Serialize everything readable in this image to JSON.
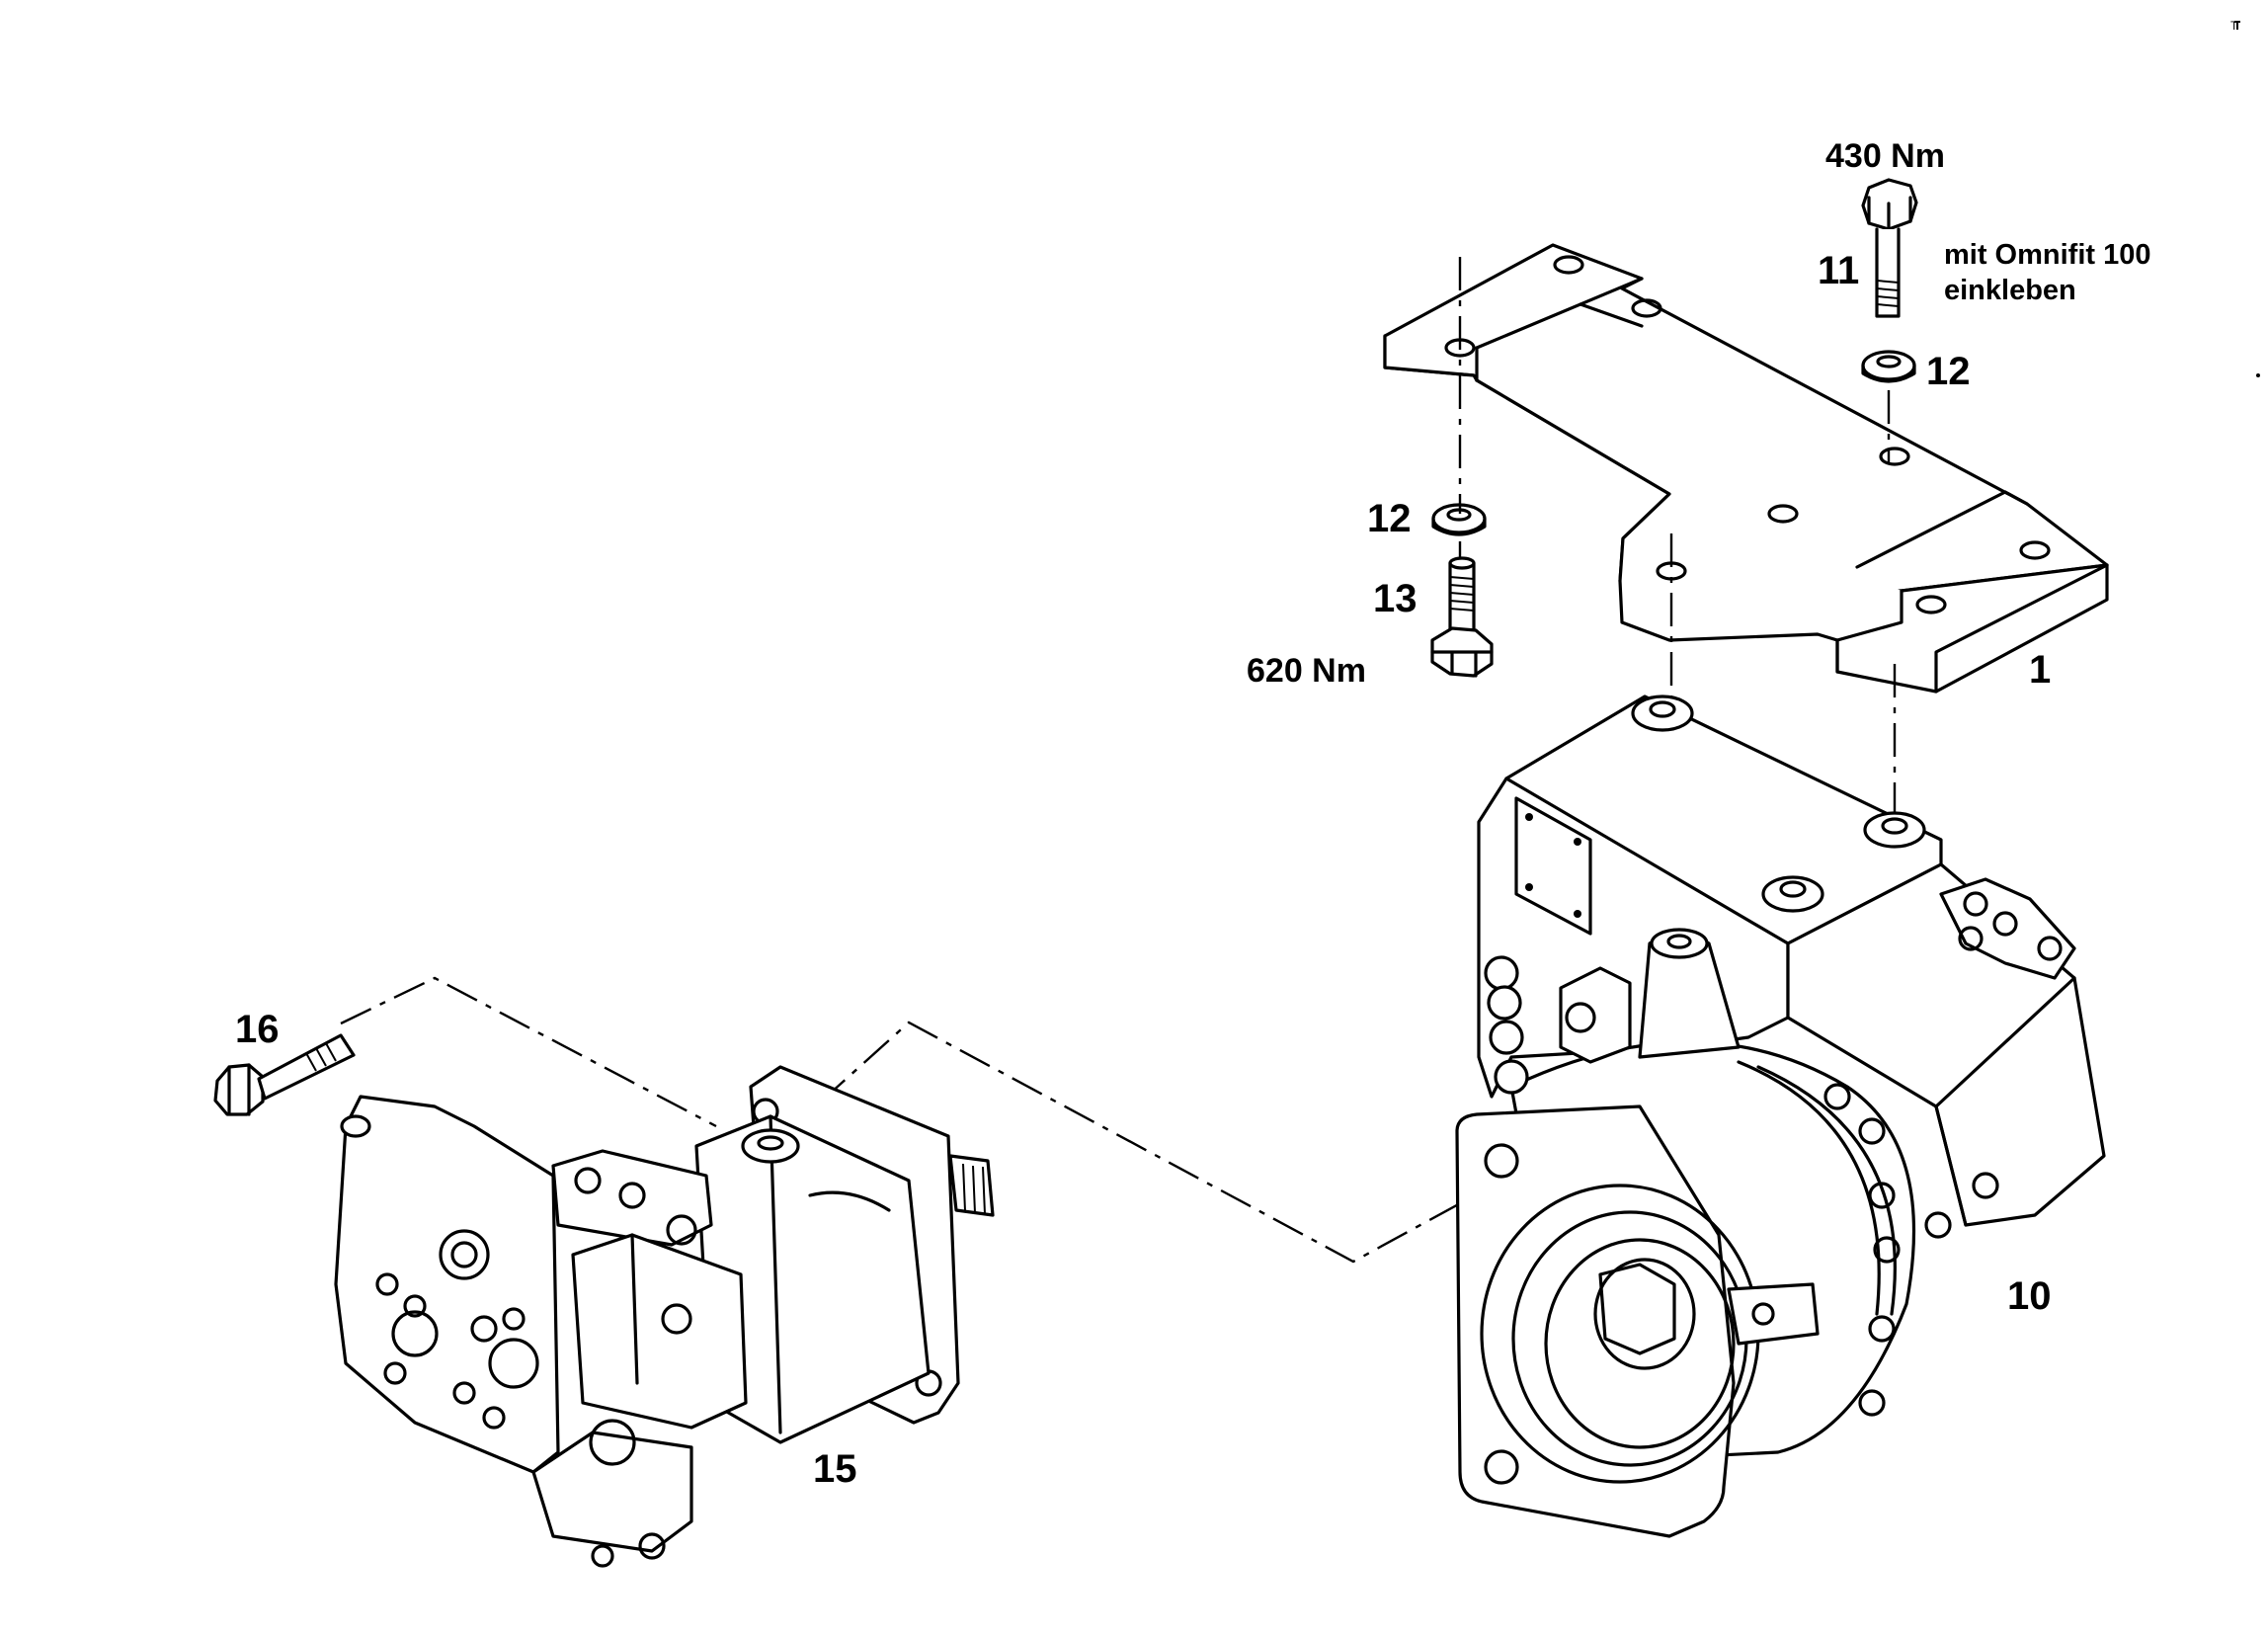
{
  "diagram": {
    "callouts": {
      "part_1": "1",
      "part_10": "10",
      "part_11": "11",
      "part_12_upper": "12",
      "part_12_lower": "12",
      "part_13": "13",
      "part_15": "15",
      "part_16": "16"
    },
    "torque": {
      "bolt_11": "430 Nm",
      "bolt_13": "620 Nm"
    },
    "note": {
      "line1": "mit Omnifit 100",
      "line2": "einkleben"
    },
    "corner_mark": "T"
  }
}
